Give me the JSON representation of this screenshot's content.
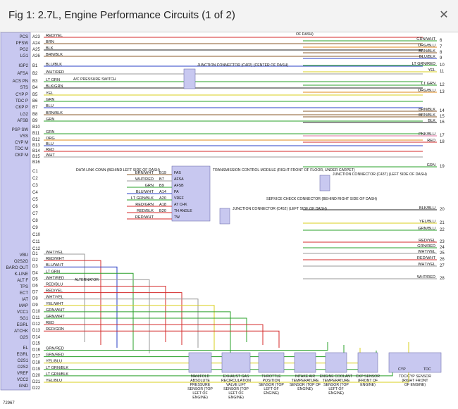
{
  "window": {
    "title": "Fig 1: 2.7L, Engine Performance Circuits (1 of 2)",
    "close_glyph": "✕"
  },
  "left_pins": [
    "PCS",
    "PFSW",
    "PG2",
    "LG1",
    "IGP2",
    "AFSA",
    "ACS PN",
    "STS",
    "CYP P",
    "TDC P",
    "CKP P",
    "LG2",
    "AFSB",
    "PSP SW",
    "VSS",
    "CYP M",
    "TDC M",
    "CKP M",
    "VBU",
    "O2S2G",
    "BARO OUT",
    "K-LINE",
    "ALT F",
    "TPS",
    "ECT",
    "IAT",
    "MAP",
    "VCC1",
    "SG1",
    "EGRL",
    "ATCHK",
    "O2S",
    "EL",
    "EGRL",
    "O2S1",
    "O2S2",
    "VREF",
    "VCC2",
    "GND"
  ],
  "pin_ids_a": [
    "A23",
    "A24",
    "A25",
    "A26",
    "B1",
    "B2",
    "B3",
    "B4",
    "B5",
    "B6",
    "B7",
    "B8",
    "B9",
    "B10",
    "B11",
    "B12",
    "B13",
    "B14",
    "B15",
    "B16"
  ],
  "wires_a": [
    "RED/YEL",
    "BRN",
    "BLK",
    "BRN/BLK",
    "BLU/BLK",
    "WHT/RED",
    "LT GRN",
    "BLK/GRN",
    "YEL",
    "GRN",
    "BLU",
    "BRN/BLK",
    "GRN",
    "",
    "GRN",
    "ORG",
    "BLU",
    "RED",
    "WHT",
    ""
  ],
  "pin_ids_c": [
    "C1",
    "C2",
    "C3",
    "C4",
    "C5",
    "C6",
    "C7",
    "C8",
    "C9",
    "C10",
    "C11",
    "C12"
  ],
  "pin_ids_d": [
    "D1",
    "D2",
    "D3",
    "D4",
    "D5",
    "D6",
    "D7",
    "D8",
    "D9",
    "D10",
    "D11",
    "D12",
    "D13",
    "D14",
    "D15",
    "D16",
    "D17",
    "D18",
    "D19",
    "D20",
    "D21",
    "D22"
  ],
  "wires_d": [
    "WHT/YEL",
    "RED/WHT",
    "BLU/WHT",
    "LT GRN",
    "WHT/RED",
    "RED/BLU",
    "RED/YEL",
    "WHT/YEL",
    "YEL/WHT",
    "GRN/WHT",
    "GRN/WHT",
    "RED",
    "RED/GRN",
    "",
    "",
    "GRN/RED",
    "GRN/RED",
    "YEL/BLU",
    "LT GRN/BLK",
    "LT GRN/BLK",
    "YEL/BLU",
    ""
  ],
  "right_wires": [
    {
      "label": "GRN/WHT",
      "num": "6"
    },
    {
      "label": "ORG/BLU",
      "num": "7"
    },
    {
      "label": "BRN/BLK",
      "num": "8"
    },
    {
      "label": "BLU/BLK",
      "num": "9"
    },
    {
      "label": "LT GRN/RED",
      "num": "10"
    },
    {
      "label": "YEL",
      "num": "11"
    },
    {
      "label": "LT GRN",
      "num": "12"
    },
    {
      "label": "ORG/BLU",
      "num": "13"
    },
    {
      "label": "BRN/BLK",
      "num": "14"
    },
    {
      "label": "BRN/BLK",
      "num": "15"
    },
    {
      "label": "BLK",
      "num": "16"
    },
    {
      "label": "PNK/BLU",
      "num": "17"
    },
    {
      "label": "RED",
      "num": "18"
    },
    {
      "label": "GRN",
      "num": "19"
    },
    {
      "label": "BLK/BLU",
      "num": "20"
    },
    {
      "label": "YEL/BLU",
      "num": "21"
    },
    {
      "label": "GRN/BLU",
      "num": "22"
    },
    {
      "label": "RED/YEL",
      "num": "23"
    },
    {
      "label": "GRN/RED",
      "num": "24"
    },
    {
      "label": "WHT/YEL",
      "num": "25"
    },
    {
      "label": "RED/WHT",
      "num": "26"
    },
    {
      "label": "WHT/YEL",
      "num": "27"
    },
    {
      "label": "WHT/RED",
      "num": "28"
    }
  ],
  "tcm": {
    "title": "TRANSMISSION CONTROL MODULE (RIGHT FRONT OF FLOOR, UNDER CARPET)",
    "pins": [
      "FAS",
      "AFSA",
      "AFSB",
      "PA",
      "VREF",
      "AT CHK",
      "TH ANGLE",
      "TW"
    ],
    "pin_ids": [
      "B19",
      "B7",
      "B9",
      "A14",
      "A20",
      "A18",
      "B20"
    ],
    "wires": [
      "BRN/WHT",
      "WHT/RED",
      "GRN",
      "BLU/WHT",
      "LT GRN/BLK",
      "RED/GRN",
      "RED/BLK",
      "RED/WHT"
    ]
  },
  "labels": {
    "jc_c402": "JUNCTION CONNECTOR (C402) (CENTER OF DASH)",
    "jc_c452": "JUNCTION CONNECTOR (C452) (LEFT SIDE OF DASH)",
    "jc_c437": "JUNCTION CONNECTOR (C437) (LEFT SIDE OF DASH)",
    "service_check": "SERVICE CHECK CONNECTOR (BEHIND RIGHT SIDE OF DASH)",
    "data_link": "DATA LINK CONN (BEHIND LEFT SIDE OF DASH)",
    "ac_pressure": "A/C PRESSURE SWITCH",
    "alternator": "ALTERNATOR",
    "top_dash": "OF DASH)",
    "figure_id": "72967"
  },
  "sensors": [
    {
      "name": "MANIFOLD ABSOLUTE PRESSURE SENSOR (TOP LEFT OF ENGINE)"
    },
    {
      "name": "EXHAUST GAS RECIRCULATION VALVE LIFT SENSOR (TOP LEFT OF ENGINE)"
    },
    {
      "name": "THROTTLE POSITION SENSOR (TOP LEFT OF ENGINE)"
    },
    {
      "name": "INTAKE AIR TEMPERATURE SENSOR (TOP OF ENGINE)"
    },
    {
      "name": "ENGINE COOLANT TEMPERATURE SENSOR (TOP LEFT OF ENGINE)"
    },
    {
      "name": "CKP SENSOR (FRONT OF ENGINE)"
    },
    {
      "name": "TDC/CYP SENSOR (RIGHT FRONT OF ENGINE)"
    }
  ],
  "sensor_sub": [
    "CYP",
    "TDC"
  ],
  "colors": {
    "red": "#d42a2a",
    "green": "#2aa02a",
    "blue": "#2a3fc4",
    "yellow": "#d9cf1d",
    "black": "#222222",
    "brown": "#8a5a2a",
    "orange": "#e08a1a",
    "box": "#c8c8f0"
  }
}
